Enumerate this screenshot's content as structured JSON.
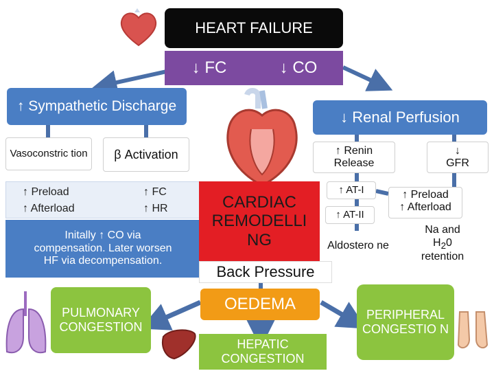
{
  "title": "HEART FAILURE",
  "fc": "↓ FC",
  "co": "↓ CO",
  "sympathetic": "↑ Sympathetic Discharge",
  "vasoconstriction": "Vasoconstric tion",
  "beta": "β Activation",
  "preload1": "↑ Preload",
  "afterload1": "↑ Afterload",
  "fc_up": "↑ FC",
  "hr_up": "↑ HR",
  "compensation_note": "Initally ↑ CO via compensation. Later worsen HF via decompensation.",
  "renal": "↓ Renal Perfusion",
  "renin": "↑ Renin Release",
  "gfr": "↓ GFR",
  "at1": "↑ AT-I",
  "at2": "↑ AT-II",
  "aldosterone": "Aldostero ne",
  "preload2": "↑ Preload",
  "afterload2": "↑ Afterload",
  "na_h2o_line1": "Na and",
  "na_h2o_line2": "H",
  "na_h2o_sub": "2",
  "na_h2o_line3": "0",
  "na_h2o_line4": "retention",
  "remodeling": "CARDIAC REMODELLI NG",
  "back_pressure": "Back Pressure",
  "oedema": "OEDEMA",
  "pulmonary": "PULMONARY CONGESTION",
  "hepatic": "HEPATIC CONGESTION",
  "peripheral": "PERIPHERAL CONGESTIO N",
  "colors": {
    "black": "#0a0a0a",
    "purple": "#7c4aa0",
    "blue": "#4a7ec4",
    "red": "#e31e24",
    "orange": "#f29b16",
    "green": "#8cc43f",
    "arrow": "#4a6fa8"
  }
}
